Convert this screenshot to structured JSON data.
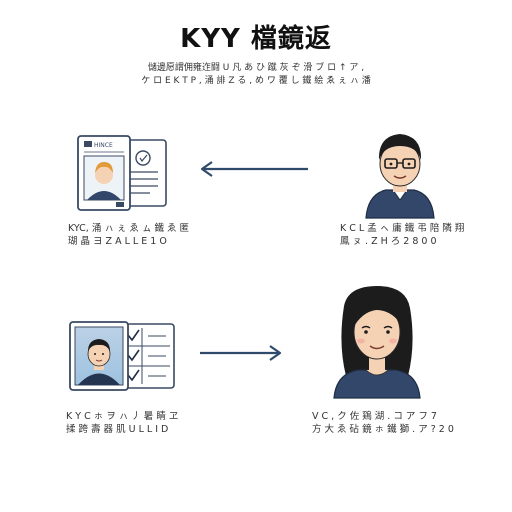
{
  "header": {
    "title": "KYY 檔鏡返",
    "subtitle_lines": [
      "儲邊愿謂佣雍迮闘 U 凡 あ ひ 蹴 灰 ぞ 滑 ブ ロ ↑ ア ,",
      "ケ ロ E K T P , 涌 誹 Z る , め ワ 覆 し 鐵 絵 ゑ ぇ ㇵ 潘"
    ]
  },
  "panels": [
    {
      "id": "top",
      "doc_label": "HINCE",
      "caption_lines": [
        "KYC, 涌 ㇵ ぇ ゑ ㇺ 鐵 ゑ 匿",
        "瑚 晶 ヨ Z A L L E 1 O"
      ],
      "person_caption_lines": [
        "K C L 孟 ㇸ 庸 鐵 弔 陪 隣 翔",
        "鳳 ㇴ . Z H ろ  2 8 0 0"
      ],
      "arrow_direction": "left"
    },
    {
      "id": "bottom",
      "doc_label": "",
      "caption_lines": [
        "K Y C ㇹ ヲ ㇵ 丿 暑 睛 ヱ",
        "揉 跨 壽 器 肌 U L L I D"
      ],
      "person_caption_lines": [
        "V C , ク 佐 鶏 湖 . コ ア フ 7",
        "方 大 ゑ 砧 鏡 ㇹ 鐵 獅 . ア ? 2 0"
      ],
      "arrow_direction": "right"
    }
  ],
  "colors": {
    "arrow": "#2f4a6b",
    "shirt": "#33476b",
    "skin": "#f6d2b5",
    "hair_blond": "#e39a3b",
    "hair_dark": "#1c1c1c",
    "doc_border": "#3a4a63",
    "photo_bg_top": "#bcd1e6",
    "photo_bg_bottom": "#9ec2e0"
  }
}
